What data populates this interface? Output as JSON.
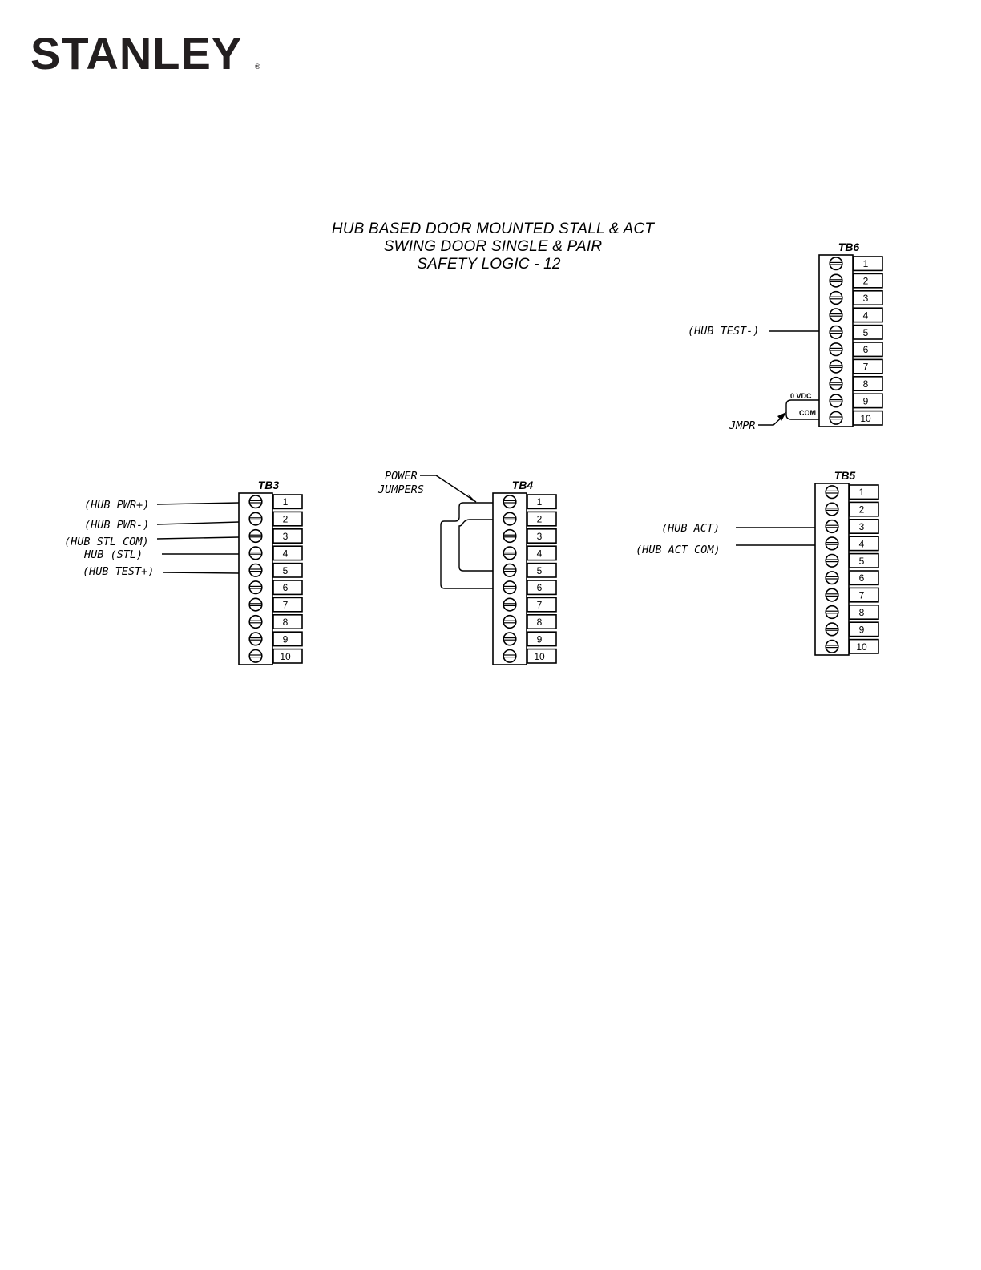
{
  "logo": {
    "text": "STANLEY",
    "mark": "®"
  },
  "title": {
    "line1": "HUB BASED DOOR MOUNTED STALL & ACT",
    "line2": "SWING DOOR SINGLE & PAIR",
    "line3": "SAFETY LOGIC - 12"
  },
  "terminal_numbers": [
    "1",
    "2",
    "3",
    "4",
    "5",
    "6",
    "7",
    "8",
    "9",
    "10"
  ],
  "blocks": [
    {
      "id": "tb3",
      "name": "TB3"
    },
    {
      "id": "tb4",
      "name": "TB4"
    },
    {
      "id": "tb5",
      "name": "TB5"
    },
    {
      "id": "tb6",
      "name": "TB6"
    }
  ],
  "labels": {
    "tb3": [
      "(HUB PWR+)",
      "(HUB PWR-)",
      "(HUB STL COM)",
      "HUB (STL)",
      "(HUB TEST+)"
    ],
    "tb4_note_1": "POWER",
    "tb4_note_2": "JUMPERS",
    "tb5": [
      "(HUB ACT)",
      "(HUB ACT COM)"
    ],
    "tb6": [
      "(HUB TEST-)"
    ],
    "tb6_jumper": {
      "top": "0 VDC",
      "bottom": "COM",
      "label": "JMPR"
    }
  }
}
